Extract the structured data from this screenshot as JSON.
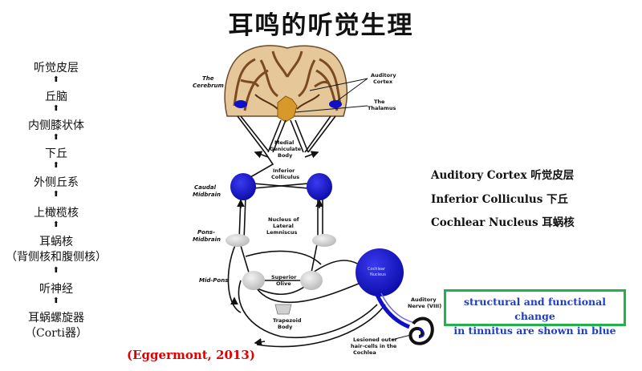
{
  "title": "耳鸣的听觉生理",
  "pathway": [
    "听觉皮层",
    "丘脑",
    "内侧膝状体",
    "下丘",
    "外侧丘系",
    "上橄榄核",
    "耳蜗核",
    "（背侧核和腹侧核）",
    "听神经",
    "耳蜗螺旋器",
    "（Corti器）"
  ],
  "diagram_labels": {
    "cerebrum": [
      "The",
      "Cerebrum"
    ],
    "auditory_cortex": [
      "Auditory",
      "Cortex"
    ],
    "thalamus": [
      "The",
      "Thalamus"
    ],
    "mgb": [
      "Medial",
      "Geniculate",
      "Body"
    ],
    "ic": [
      "Inferior",
      "Colliculus"
    ],
    "caudal_midbrain": [
      "Caudal",
      "Midbrain"
    ],
    "pons_midbrain": [
      "Pons-",
      "Midbrain"
    ],
    "nll": [
      "Nucleus of",
      "Lateral",
      "Lemniscus"
    ],
    "mid_pons": "Mid-Pons",
    "so": [
      "Superior",
      "Olive"
    ],
    "tb": [
      "Trapezoid",
      "Body"
    ],
    "cn_small": [
      "Cochlear",
      "Nucleus"
    ],
    "auditory_nerve": [
      "Auditory",
      "Nerve (VIII)"
    ],
    "lesioned": [
      "Lesioned outer",
      "hair-cells in the",
      "Cochlea"
    ]
  },
  "legend": [
    "Auditory Cortex 听觉皮层",
    "Inferior Colliculus 下丘",
    "Cochlear Nucleus 耳蜗核"
  ],
  "note": [
    "structural and functional change",
    "in tinnitus are shown in blue"
  ],
  "citation": "(Eggermont, 2013)",
  "colors": {
    "accent_blue": "#1010c8",
    "note_border": "#22b14c",
    "citation": "#e00000"
  }
}
